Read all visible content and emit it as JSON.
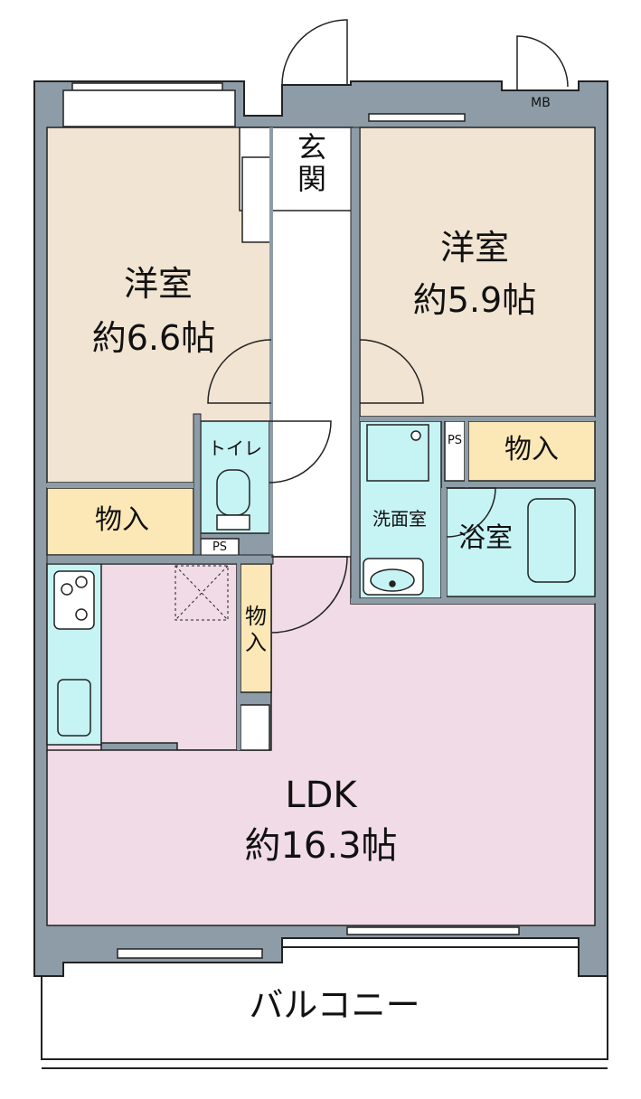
{
  "rooms": {
    "western1": {
      "name": "洋室",
      "size": "約6.6帖"
    },
    "western2": {
      "name": "洋室",
      "size": "約5.9帖"
    },
    "ldk": {
      "name": "LDK",
      "size": "約16.3帖"
    },
    "entrance": {
      "name": "玄関"
    },
    "toilet": {
      "name": "トイレ"
    },
    "washroom": {
      "name": "洗面室"
    },
    "bath": {
      "name": "浴室"
    },
    "storage_left": {
      "name": "物入"
    },
    "storage_right": {
      "name": "物入"
    },
    "storage_center": {
      "name": "物入"
    },
    "balcony": {
      "name": "バルコニー"
    }
  },
  "fixtures": {
    "mb": "MB",
    "ps_left": "PS",
    "ps_right": "PS"
  },
  "colors": {
    "wall": "#8d9ca7",
    "western": "#f1e4d2",
    "ldk": "#f0dbe6",
    "storage": "#fce8b6",
    "water": "#c6f3f3",
    "outline": "#222222"
  }
}
